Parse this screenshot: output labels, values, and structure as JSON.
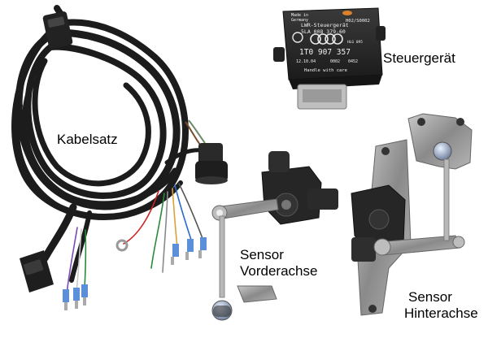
{
  "labels": {
    "harness": "Kabelsatz",
    "control_unit": "Steuergerät",
    "front_sensor_line1": "Sensor",
    "front_sensor_line2": "Vorderachse",
    "rear_sensor_line1": "Sensor",
    "rear_sensor_line2": "Hinterachse"
  },
  "ecu_label": {
    "line1": "Made in",
    "line2": "Germany",
    "line3": "H02/S0002",
    "line4": "LWR-Steuergerät",
    "line5": "5LA 008 379-60",
    "line6": "HLG 095",
    "line7": "1T0 907 357",
    "line8": "12.10.04",
    "line9": "0002",
    "line10": "0452",
    "line11": "Handle with care"
  },
  "colors": {
    "background": "#ffffff",
    "cable": "#1c1c1c",
    "plastic": "#2a2a2a",
    "metal": "#9a9a9a",
    "label_ink": "#000000"
  }
}
